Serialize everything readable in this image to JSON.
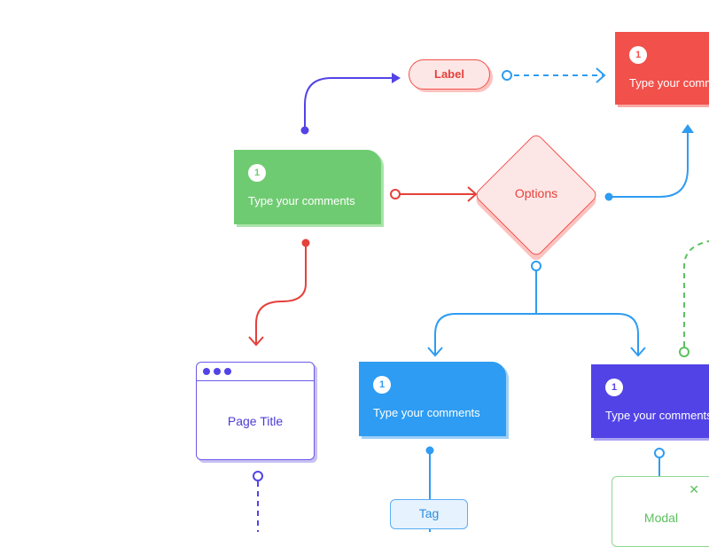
{
  "nodes": {
    "card_green": {
      "number": "1",
      "text": "Type your comments"
    },
    "card_red": {
      "number": "1",
      "text": "Type your comments"
    },
    "card_blue": {
      "number": "1",
      "text": "Type your comments"
    },
    "card_purple": {
      "number": "1",
      "text": "Type your comments"
    },
    "label_pill": {
      "text": "Label"
    },
    "options_diamond": {
      "text": "Options"
    },
    "browser_window": {
      "title": "Page Title"
    },
    "tag_pill": {
      "text": "Tag"
    },
    "modal": {
      "title": "Modal",
      "close_icon": "close-icon"
    }
  },
  "colors": {
    "green": "#6fcb72",
    "red": "#f2504b",
    "blue": "#2e9cf2",
    "purple": "#5243e6",
    "light_red": "#fde7e6",
    "light_blue": "#e6f2fd"
  }
}
